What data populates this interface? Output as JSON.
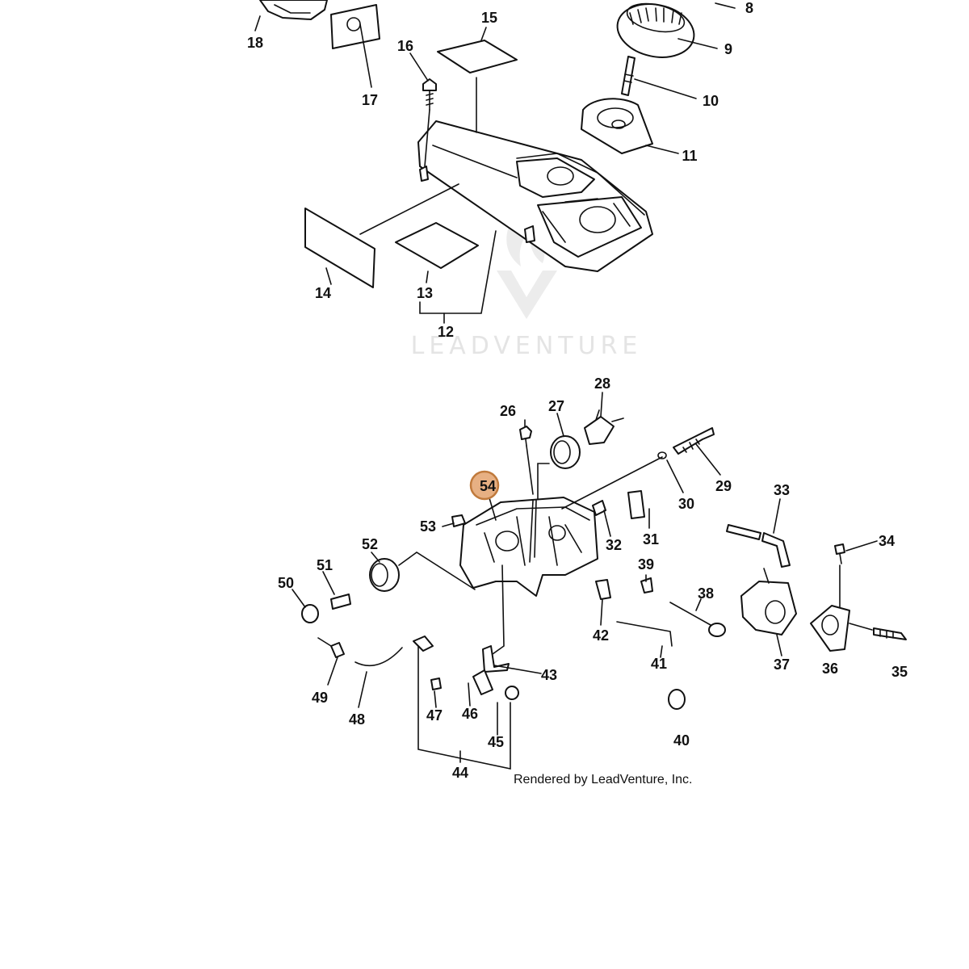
{
  "watermark": {
    "text": "LEADVENTURE"
  },
  "credit": "Rendered by LeadVenture, Inc.",
  "highlight": {
    "label": "54",
    "color": "#e7b083"
  },
  "callouts": [
    "8",
    "9",
    "10",
    "11",
    "12",
    "13",
    "14",
    "15",
    "16",
    "17",
    "18",
    "26",
    "27",
    "28",
    "29",
    "30",
    "31",
    "32",
    "33",
    "34",
    "35",
    "36",
    "37",
    "38",
    "39",
    "40",
    "41",
    "42",
    "43",
    "44",
    "45",
    "46",
    "47",
    "48",
    "49",
    "50",
    "51",
    "52",
    "53",
    "54"
  ]
}
